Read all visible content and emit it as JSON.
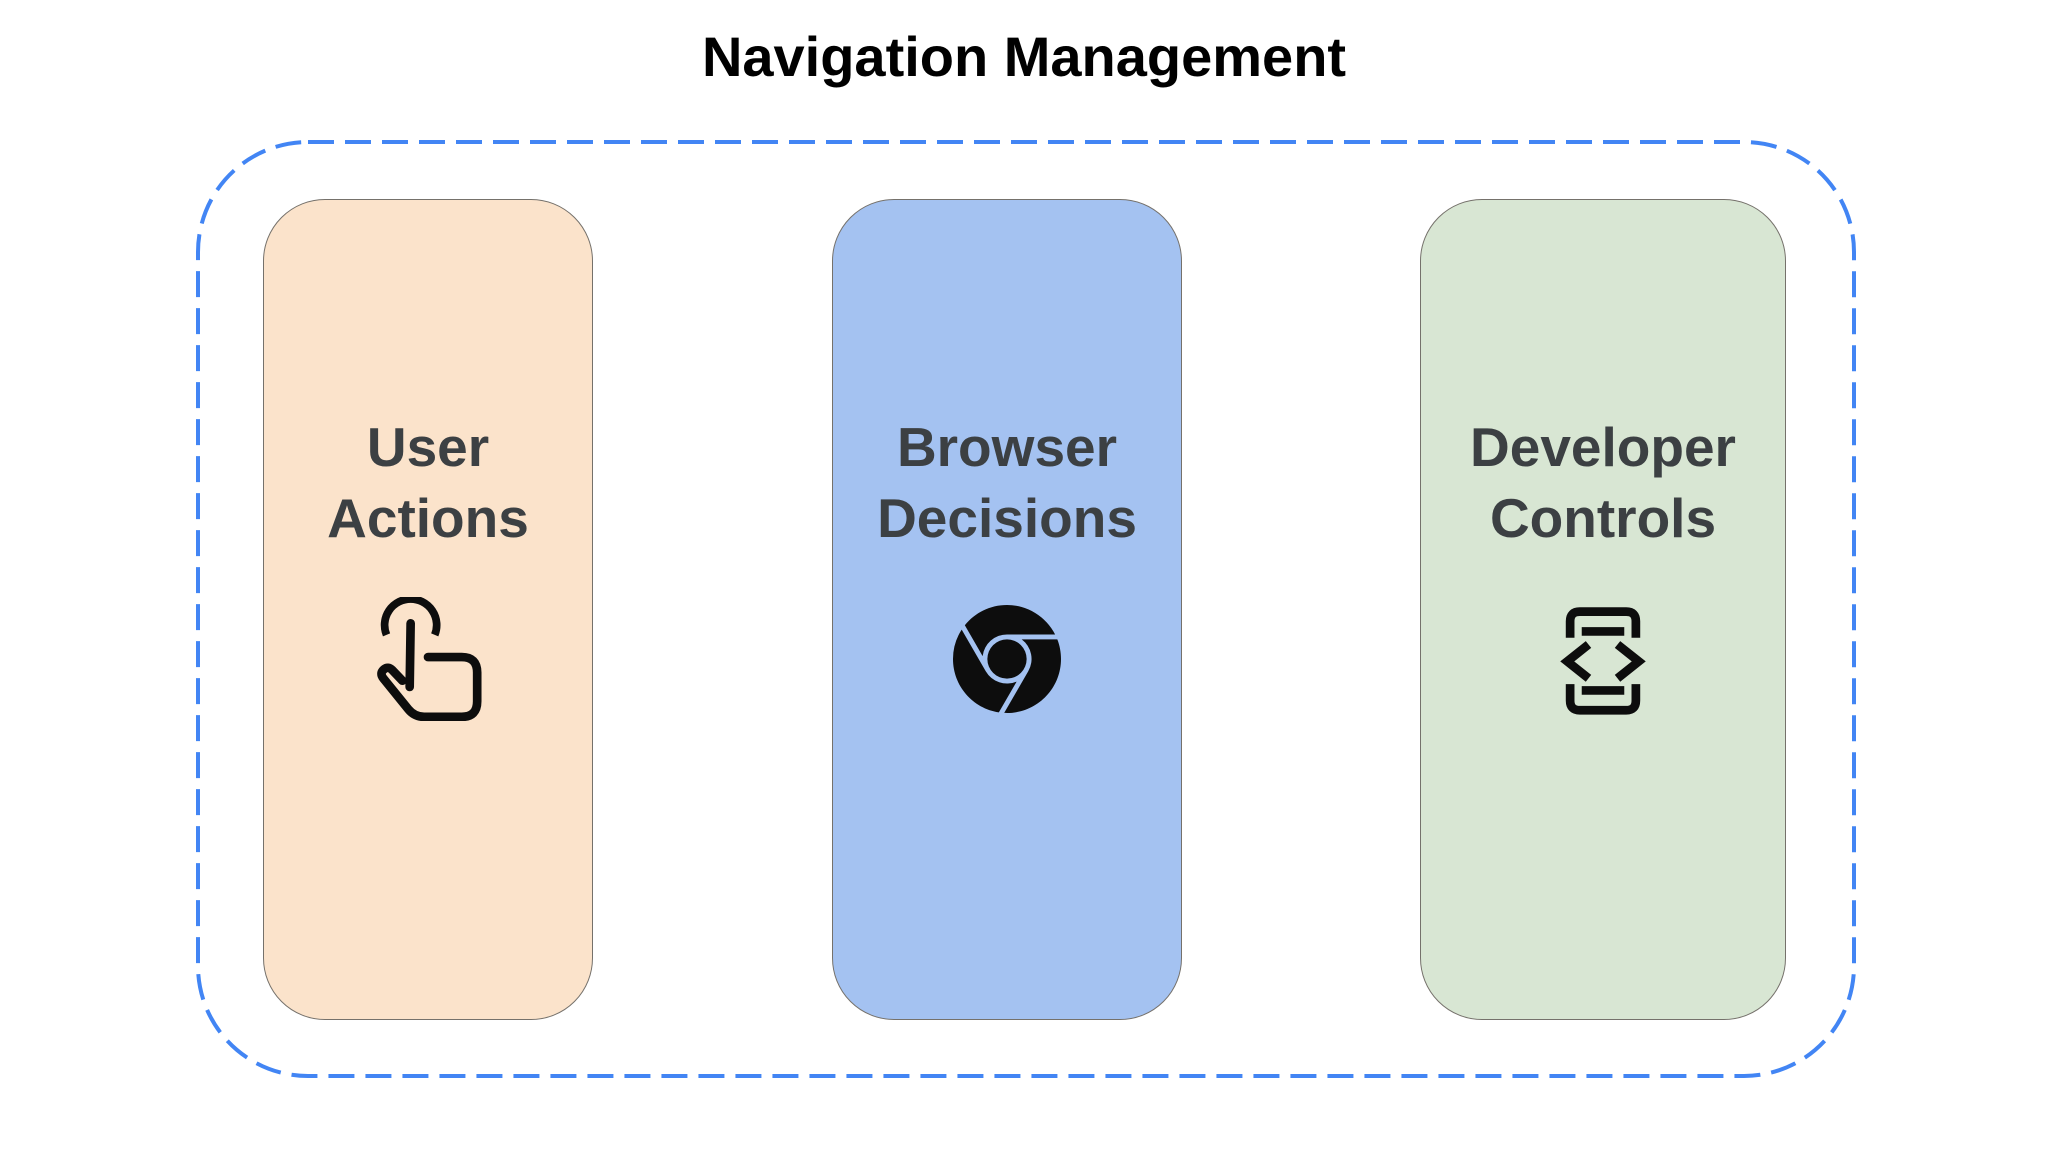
{
  "title": "Navigation Management",
  "colors": {
    "title_text": "#000000",
    "label_text": "#3c4043",
    "boundary_dash": "#4285f4",
    "card_border": "#75716b",
    "icon_black": "#0d0d0d"
  },
  "cards": [
    {
      "label_line1": "User",
      "label_line2": "Actions",
      "icon": "touch-gesture-icon",
      "bg_color": "#fbe3cb"
    },
    {
      "label_line1": "Browser",
      "label_line2": "Decisions",
      "icon": "chrome-icon",
      "bg_color": "#a4c2f1"
    },
    {
      "label_line1": "Developer",
      "label_line2": "Controls",
      "icon": "developer-mode-icon",
      "bg_color": "#d8e6d3"
    }
  ]
}
